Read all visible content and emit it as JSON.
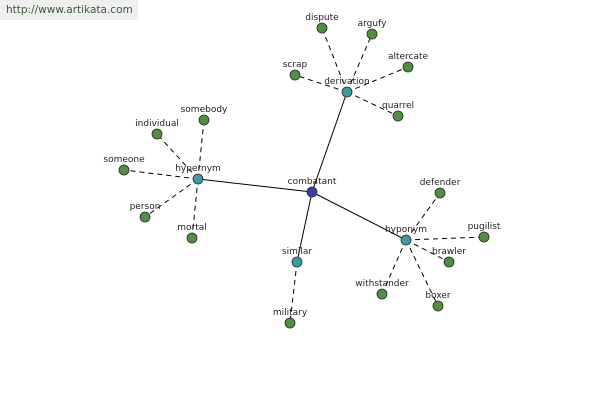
{
  "header": {
    "url": "http://www.artikata.com"
  },
  "colors": {
    "center": "#3b3fa0",
    "relation": "#3f9aa0",
    "leaf": "#4f8f3f"
  },
  "graph": {
    "center": "combatant",
    "relations": [
      {
        "label": "derivation",
        "leaves": [
          "dispute",
          "argufy",
          "altercate",
          "scrap",
          "quarrel"
        ]
      },
      {
        "label": "hypernym",
        "leaves": [
          "individual",
          "somebody",
          "someone",
          "person",
          "mortal"
        ]
      },
      {
        "label": "hyponym",
        "leaves": [
          "defender",
          "pugilist",
          "brawler",
          "withstander",
          "boxer"
        ]
      },
      {
        "label": "similar",
        "leaves": [
          "military"
        ]
      }
    ]
  }
}
